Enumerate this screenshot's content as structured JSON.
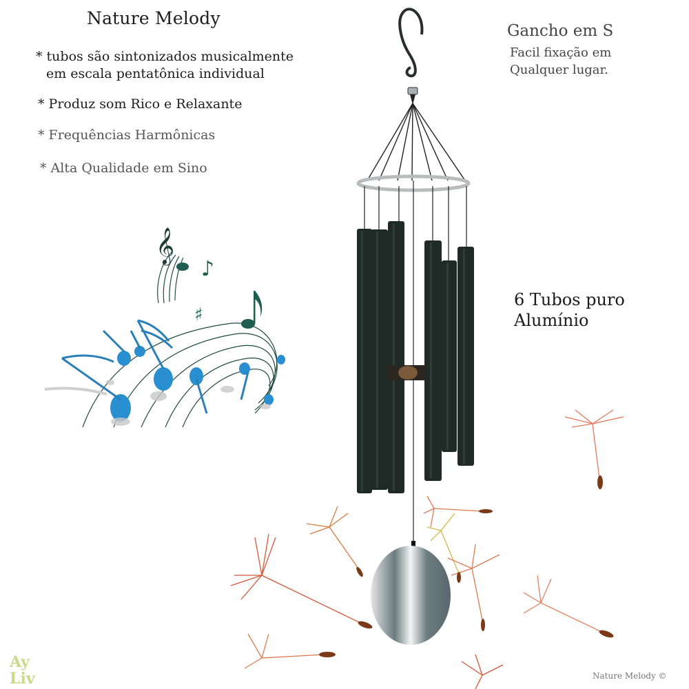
{
  "header": {
    "brand_title": "Nature Melody"
  },
  "features": [
    {
      "line1": "* tubos são sintonizados musicalmente",
      "line2": "em escala pentatônica individual"
    },
    {
      "line1": "* Produz som Rico e Relaxante"
    },
    {
      "line1": "* Frequências Harmônicas"
    },
    {
      "line1": "* Alta Qualidade em Sino"
    }
  ],
  "hook": {
    "title": "Gancho em S",
    "sub1": "Facil fixação em",
    "sub2": "Qualquer lugar."
  },
  "tubes": {
    "line1": "6 Tubos puro",
    "line2": "Alumínio",
    "count": 6
  },
  "footer": {
    "copyright": "Nature Melody ©",
    "logo_text": "AyLiv"
  },
  "colors": {
    "tube": "#1f2a27",
    "ring": "#b8bcbd",
    "note_blue": "#2a8fd0",
    "note_green": "#1f5d4f",
    "seed_red": "#d8553a",
    "logo_green": "#c8d98a"
  }
}
